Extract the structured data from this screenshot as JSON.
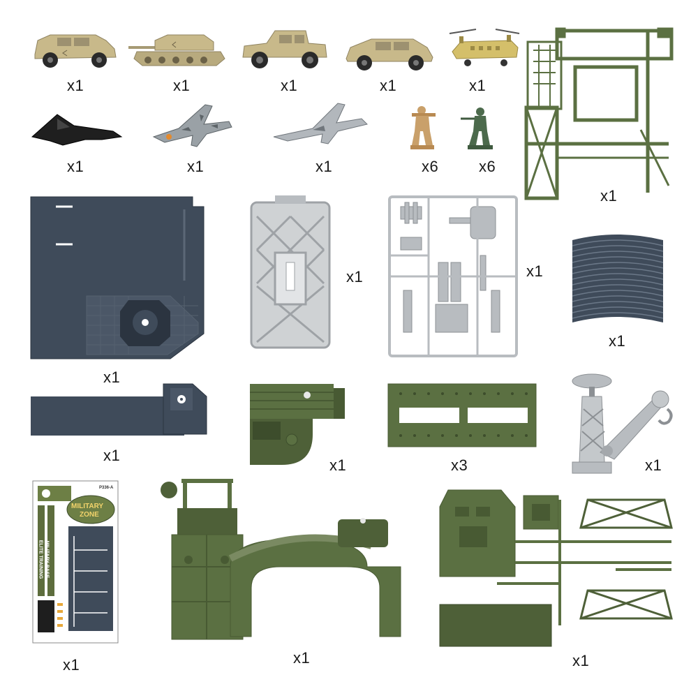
{
  "items": [
    {
      "name": "armored-vehicle",
      "qty": "x1"
    },
    {
      "name": "tank",
      "qty": "x1"
    },
    {
      "name": "jeep",
      "qty": "x1"
    },
    {
      "name": "armored-car",
      "qty": "x1"
    },
    {
      "name": "chinook-helicopter",
      "qty": "x1"
    },
    {
      "name": "stealth-bomber",
      "qty": "x1"
    },
    {
      "name": "camo-fighter-jet",
      "qty": "x1"
    },
    {
      "name": "grey-fighter-jet",
      "qty": "x1"
    },
    {
      "name": "tan-soldier",
      "qty": "x6"
    },
    {
      "name": "green-soldier",
      "qty": "x6"
    },
    {
      "name": "radar-tower-frame",
      "qty": "x1"
    },
    {
      "name": "base-floor-plate",
      "qty": "x1"
    },
    {
      "name": "grey-hatch-panel",
      "qty": "x1"
    },
    {
      "name": "grey-parts-sprue",
      "qty": "x1"
    },
    {
      "name": "curved-ramp",
      "qty": "x1"
    },
    {
      "name": "road-ramp-piece",
      "qty": "x1"
    },
    {
      "name": "bunker-corner",
      "qty": "x1"
    },
    {
      "name": "bridge-plate",
      "qty": "x3"
    },
    {
      "name": "crane",
      "qty": "x1"
    },
    {
      "name": "sticker-sheet",
      "qty": "x1"
    },
    {
      "name": "watchtower-hangar",
      "qty": "x1"
    },
    {
      "name": "green-parts-sprue",
      "qty": "x1"
    }
  ],
  "sticker": {
    "code": "P336-A",
    "logo_line1": "MILITARY",
    "logo_line2": "ZONE",
    "strip_1": "ELITE TRAINING",
    "strip_2": "MILITARY BASE"
  },
  "colors": {
    "tan": "#c8b98a",
    "olive": "#5b7042",
    "slate": "#3f4b5a",
    "silver": "#b8bcc0",
    "black": "#222222"
  }
}
